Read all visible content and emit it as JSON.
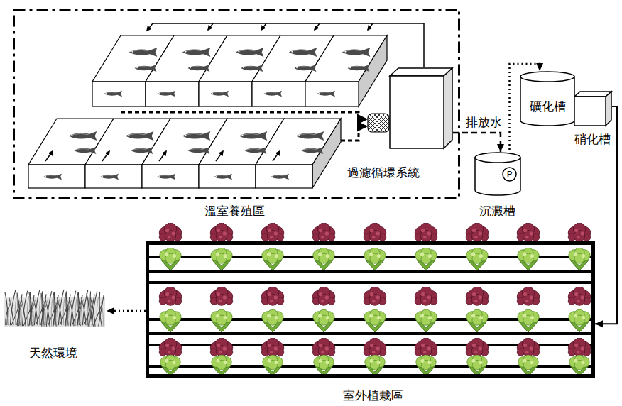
{
  "diagram": {
    "nodes": [
      {
        "text": [
          "溫室養殖區"
        ]
      },
      {
        "text": [
          "過濾循環系統"
        ],
        "in": 0
      },
      {
        "text": [
          "沉澱槽"
        ]
      },
      {
        "text": [
          "P"
        ],
        "in": 2
      },
      {
        "text": [
          "礦化槽"
        ]
      },
      {
        "text": [
          "硝化槽"
        ]
      },
      {
        "text": [
          "室外植栽區"
        ]
      },
      {
        "text": [
          "天然環境"
        ]
      }
    ],
    "edges": [
      {
        "from": 1,
        "to": 2,
        "arrow": "to",
        "label": "排放水"
      },
      {
        "from": 3,
        "to": 4,
        "arrow": "to"
      },
      {
        "from": 5,
        "to": 6,
        "arrow": "to"
      },
      {
        "from": 6,
        "to": 7,
        "arrow": "to"
      }
    ]
  }
}
